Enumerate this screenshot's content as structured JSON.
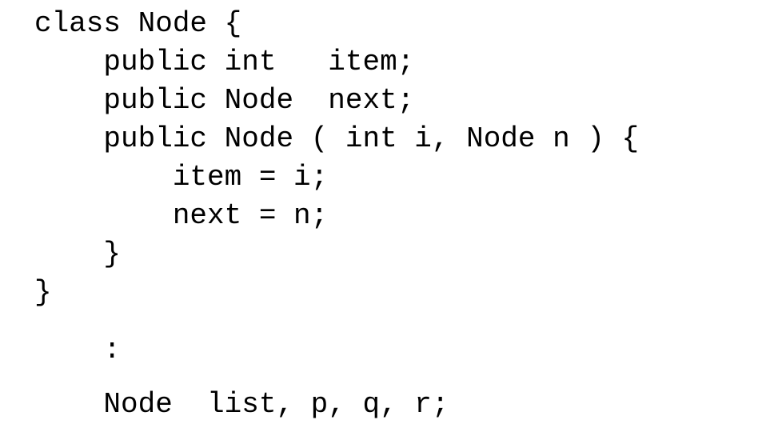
{
  "code": {
    "lines": [
      "class Node {",
      "    public int   item;",
      "    public Node  next;",
      "    public Node ( int i, Node n ) {",
      "        item = i;",
      "        next = n;",
      "    }",
      "}",
      "    :",
      "    Node  list, p, q, r;"
    ]
  }
}
